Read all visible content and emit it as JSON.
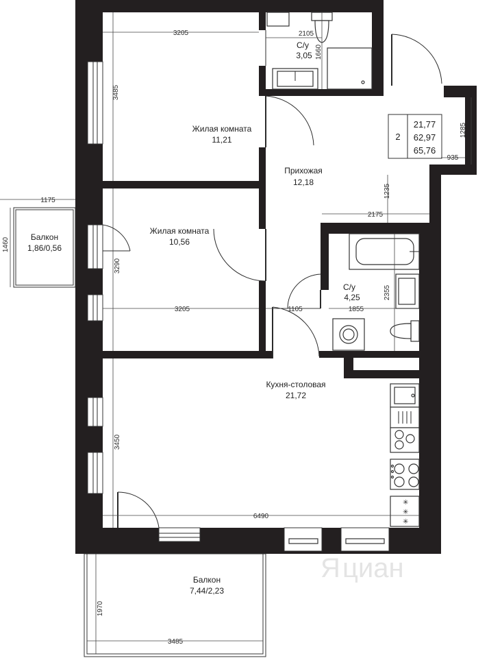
{
  "rooms": {
    "bedroom1": {
      "name": "Жилая комната",
      "area": "11,21"
    },
    "bathroom1": {
      "name": "С/у",
      "area": "3,05"
    },
    "hallway": {
      "name": "Прихожая",
      "area": "12,18"
    },
    "bedroom2": {
      "name": "Жилая комната",
      "area": "10,56"
    },
    "balcony_small": {
      "name": "Балкон",
      "area": "1,86/0,56"
    },
    "bathroom2": {
      "name": "С/у",
      "area": "4,25"
    },
    "kitchen": {
      "name": "Кухня-столовая",
      "area": "21,72"
    },
    "balcony_big": {
      "name": "Балкон",
      "area": "7,44/2,23"
    }
  },
  "info_box": {
    "room_count": "2",
    "living_area": "21,77",
    "total_area": "62,97",
    "total_with_balcony": "65,76"
  },
  "dimensions": {
    "d_3205_top": "3205",
    "d_2105": "2105",
    "d_1660": "1660",
    "d_3485_left": "3485",
    "d_1285": "1285",
    "d_935": "935",
    "d_1235": "1235",
    "d_1175": "1175",
    "d_2175": "2175",
    "d_1460": "1460",
    "d_3290": "3290",
    "d_2355": "2355",
    "d_3205_mid": "3205",
    "d_1105": "1105",
    "d_1855": "1855",
    "d_3450": "3450",
    "d_6490": "6490",
    "d_1970": "1970",
    "d_3485_bottom": "3485"
  },
  "watermark": "циан"
}
